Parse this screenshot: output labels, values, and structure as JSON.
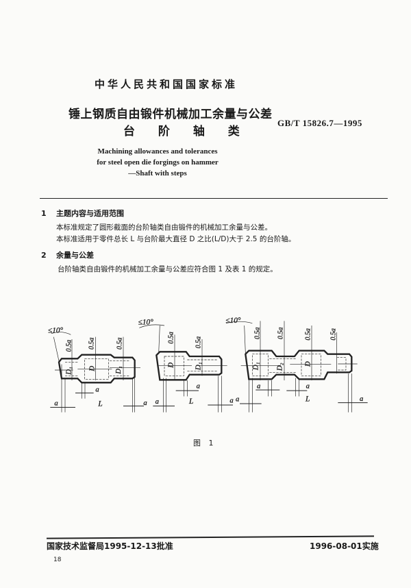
{
  "header": {
    "authority": "中华人民共和国国家标准",
    "title_cn_line1": "锤上钢质自由锻件机械加工余量与公差",
    "title_cn_line2": "台 阶 轴 类",
    "standard_code": "GB/T 15826.7—1995",
    "title_en": [
      "Machining allowances and tolerances",
      "for steel open die forgings on hammer",
      "—Shaft with steps"
    ]
  },
  "sections": [
    {
      "number": "1",
      "title": "主题内容与适用范围",
      "paragraphs": [
        "本标准规定了圆形截面的台阶轴类自由锻件的机械加工余量与公差。",
        "本标准适用于零件总长 L 与台阶最大直径 D 之比(L/D)大于 2.5 的台阶轴。"
      ]
    },
    {
      "number": "2",
      "title": "余量与公差",
      "paragraphs": [
        "台阶轴类自由锻件的机械加工余量与公差应符合图 1 及表 1 的规定。"
      ]
    }
  ],
  "figure": {
    "caption": "图 1",
    "labels": {
      "angle": "≤10°",
      "half_allowance": "0.5a",
      "allowance": "a",
      "length": "L",
      "diameter": "D",
      "diameter_1": "D₁",
      "diameter_2": "D₂"
    }
  },
  "footer": {
    "approval": "国家技术监督局1995-12-13批准",
    "effective": "1996-08-01实施",
    "page_number": "18"
  }
}
